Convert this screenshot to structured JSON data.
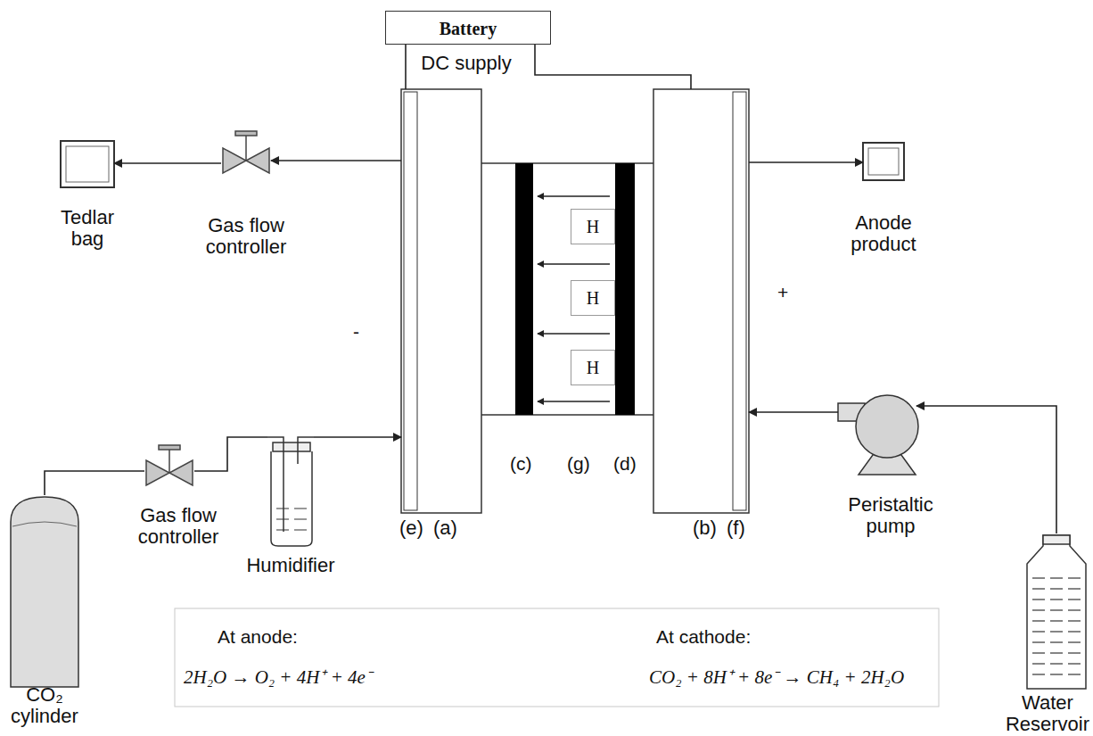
{
  "diagram": {
    "nodes": [
      {
        "text": [
          "Tedlar bag"
        ]
      },
      {
        "text": [
          "Gas flow controller"
        ]
      },
      {
        "text": [
          "Battery",
          "DC supply"
        ]
      },
      {
        "text": [
          "Anode product"
        ]
      },
      {
        "text": [
          "(e)",
          "(a)"
        ]
      },
      {
        "text": [
          "H"
        ]
      },
      {
        "text": [
          "H"
        ]
      },
      {
        "text": [
          "H"
        ]
      },
      {
        "text": [
          "(b)",
          "(f)"
        ]
      },
      {
        "text": [
          "CO₂ cylinder"
        ]
      },
      {
        "text": [
          "Gas flow controller"
        ]
      },
      {
        "text": [
          "Humidifier"
        ]
      },
      {
        "text": [
          "Peristaltic pump"
        ]
      },
      {
        "text": [
          "Water Reservoir"
        ]
      },
      {
        "text": [
          "At anode:",
          "2H₂O → O₂ + 4H⁺ + 4e⁻",
          "At cathode:",
          "CO₂ + 8H⁺ + 8e⁻ → CH₄ + 2H₂O"
        ]
      }
    ],
    "edges": [
      {
        "from": 2,
        "to": 4,
        "arrow": "none"
      },
      {
        "from": 2,
        "to": 8,
        "arrow": "none"
      },
      {
        "from": 4,
        "to": 1,
        "arrow": "to"
      },
      {
        "from": 1,
        "to": 0,
        "arrow": "to"
      },
      {
        "from": 8,
        "to": 3,
        "arrow": "to"
      },
      {
        "from": 9,
        "to": 10,
        "arrow": "none"
      },
      {
        "from": 10,
        "to": 11,
        "arrow": "none"
      },
      {
        "from": 11,
        "to": 4,
        "arrow": "to"
      },
      {
        "from": 13,
        "to": 12,
        "arrow": "to"
      },
      {
        "from": 12,
        "to": 8,
        "arrow": "to"
      }
    ],
    "labels": [
      "-",
      "+",
      "(c)",
      "(g)",
      "(d)"
    ]
  }
}
